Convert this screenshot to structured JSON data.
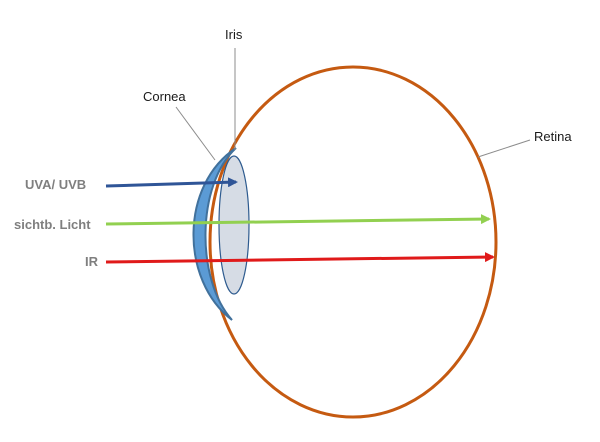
{
  "labels": {
    "iris": "Iris",
    "cornea": "Cornea",
    "retina": "Retina"
  },
  "rays": [
    {
      "id": "uv",
      "label": "UVA/ UVB",
      "color": "#2f5597"
    },
    {
      "id": "visible",
      "label": "sichtb. Licht",
      "color": "#92d050"
    },
    {
      "id": "ir",
      "label": "IR",
      "color": "#e01a1a"
    }
  ],
  "colors": {
    "eyeball_outline": "#c55a11",
    "cornea_fill": "#5b9bd5",
    "cornea_outline": "#41719c",
    "lens_fill": "#d6dce5",
    "lens_outline": "#2e5b8f",
    "leader_line": "#8c8c8c"
  }
}
